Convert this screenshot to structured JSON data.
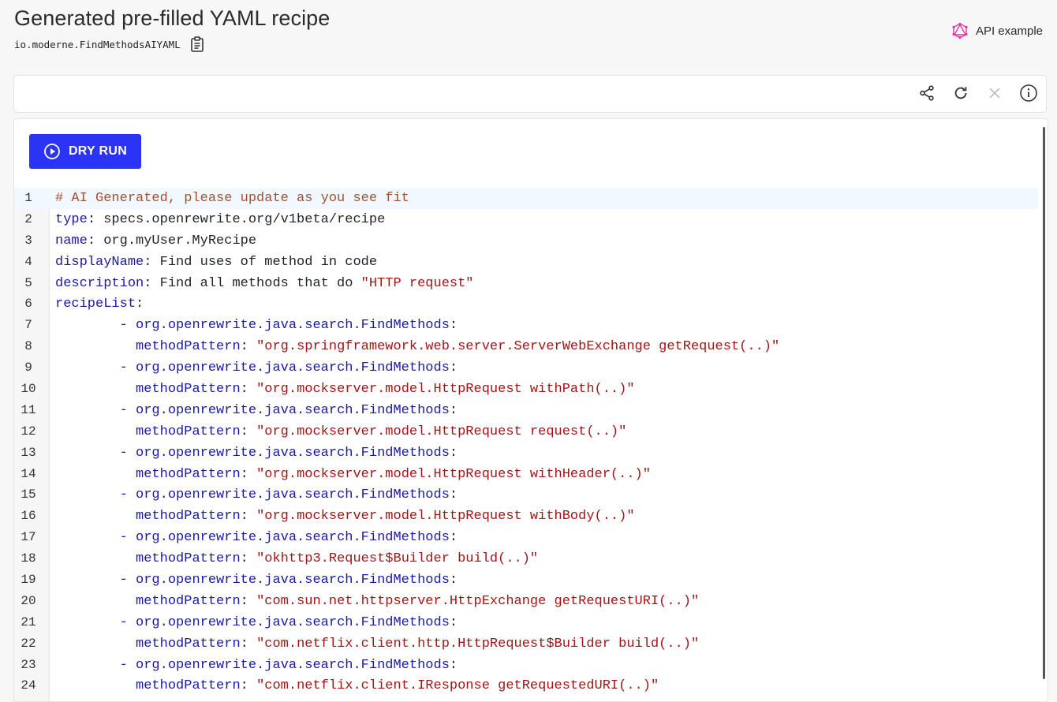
{
  "header": {
    "title": "Generated pre-filled YAML recipe",
    "recipe_id": "io.moderne.FindMethodsAIYAML",
    "api_example_label": "API example"
  },
  "toolbar": {
    "icons": [
      "share-icon",
      "refresh-icon",
      "close-icon",
      "info-icon"
    ]
  },
  "editor": {
    "dry_run_label": "DRY RUN",
    "lines": [
      {
        "n": "1",
        "indent": "",
        "key": "",
        "sep": "",
        "val": "# AI Generated, please update as you see fit",
        "kind": "comment"
      },
      {
        "n": "2",
        "indent": "",
        "key": "type",
        "sep": ": ",
        "val": "specs.openrewrite.org/v1beta/recipe",
        "kind": "plain"
      },
      {
        "n": "3",
        "indent": "",
        "key": "name",
        "sep": ": ",
        "val": "org.myUser.MyRecipe",
        "kind": "plain"
      },
      {
        "n": "4",
        "indent": "",
        "key": "displayName",
        "sep": ": ",
        "val": "Find uses of method in code",
        "kind": "plain"
      },
      {
        "n": "5",
        "indent": "",
        "key": "description",
        "sep": ": ",
        "val": "Find all methods that do ",
        "str": "\"HTTP request\"",
        "kind": "mixed"
      },
      {
        "n": "6",
        "indent": "",
        "key": "recipeList",
        "sep": ":",
        "val": "",
        "kind": "plain"
      },
      {
        "n": "7",
        "indent": "        ",
        "key": "- org.openrewrite.java.search.FindMethods",
        "sep": ":",
        "val": "",
        "kind": "list"
      },
      {
        "n": "8",
        "indent": "          ",
        "key": "methodPattern",
        "sep": ": ",
        "val": "\"org.springframework.web.server.ServerWebExchange getRequest(..)\"",
        "kind": "string"
      },
      {
        "n": "9",
        "indent": "        ",
        "key": "- org.openrewrite.java.search.FindMethods",
        "sep": ":",
        "val": "",
        "kind": "list"
      },
      {
        "n": "10",
        "indent": "          ",
        "key": "methodPattern",
        "sep": ": ",
        "val": "\"org.mockserver.model.HttpRequest withPath(..)\"",
        "kind": "string"
      },
      {
        "n": "11",
        "indent": "        ",
        "key": "- org.openrewrite.java.search.FindMethods",
        "sep": ":",
        "val": "",
        "kind": "list"
      },
      {
        "n": "12",
        "indent": "          ",
        "key": "methodPattern",
        "sep": ": ",
        "val": "\"org.mockserver.model.HttpRequest request(..)\"",
        "kind": "string"
      },
      {
        "n": "13",
        "indent": "        ",
        "key": "- org.openrewrite.java.search.FindMethods",
        "sep": ":",
        "val": "",
        "kind": "list"
      },
      {
        "n": "14",
        "indent": "          ",
        "key": "methodPattern",
        "sep": ": ",
        "val": "\"org.mockserver.model.HttpRequest withHeader(..)\"",
        "kind": "string"
      },
      {
        "n": "15",
        "indent": "        ",
        "key": "- org.openrewrite.java.search.FindMethods",
        "sep": ":",
        "val": "",
        "kind": "list"
      },
      {
        "n": "16",
        "indent": "          ",
        "key": "methodPattern",
        "sep": ": ",
        "val": "\"org.mockserver.model.HttpRequest withBody(..)\"",
        "kind": "string"
      },
      {
        "n": "17",
        "indent": "        ",
        "key": "- org.openrewrite.java.search.FindMethods",
        "sep": ":",
        "val": "",
        "kind": "list"
      },
      {
        "n": "18",
        "indent": "          ",
        "key": "methodPattern",
        "sep": ": ",
        "val": "\"okhttp3.Request$Builder build(..)\"",
        "kind": "string"
      },
      {
        "n": "19",
        "indent": "        ",
        "key": "- org.openrewrite.java.search.FindMethods",
        "sep": ":",
        "val": "",
        "kind": "list"
      },
      {
        "n": "20",
        "indent": "          ",
        "key": "methodPattern",
        "sep": ": ",
        "val": "\"com.sun.net.httpserver.HttpExchange getRequestURI(..)\"",
        "kind": "string"
      },
      {
        "n": "21",
        "indent": "        ",
        "key": "- org.openrewrite.java.search.FindMethods",
        "sep": ":",
        "val": "",
        "kind": "list"
      },
      {
        "n": "22",
        "indent": "          ",
        "key": "methodPattern",
        "sep": ": ",
        "val": "\"com.netflix.client.http.HttpRequest$Builder build(..)\"",
        "kind": "string"
      },
      {
        "n": "23",
        "indent": "        ",
        "key": "- org.openrewrite.java.search.FindMethods",
        "sep": ":",
        "val": "",
        "kind": "list"
      },
      {
        "n": "24",
        "indent": "          ",
        "key": "methodPattern",
        "sep": ": ",
        "val": "\"com.netflix.client.IResponse getRequestedURI(..)\"",
        "kind": "string"
      }
    ]
  },
  "colors": {
    "accent": "#2b34f5",
    "comment": "#a0522d",
    "key": "#1a1aa6",
    "string": "#a31515",
    "graphql": "#e535ab"
  }
}
